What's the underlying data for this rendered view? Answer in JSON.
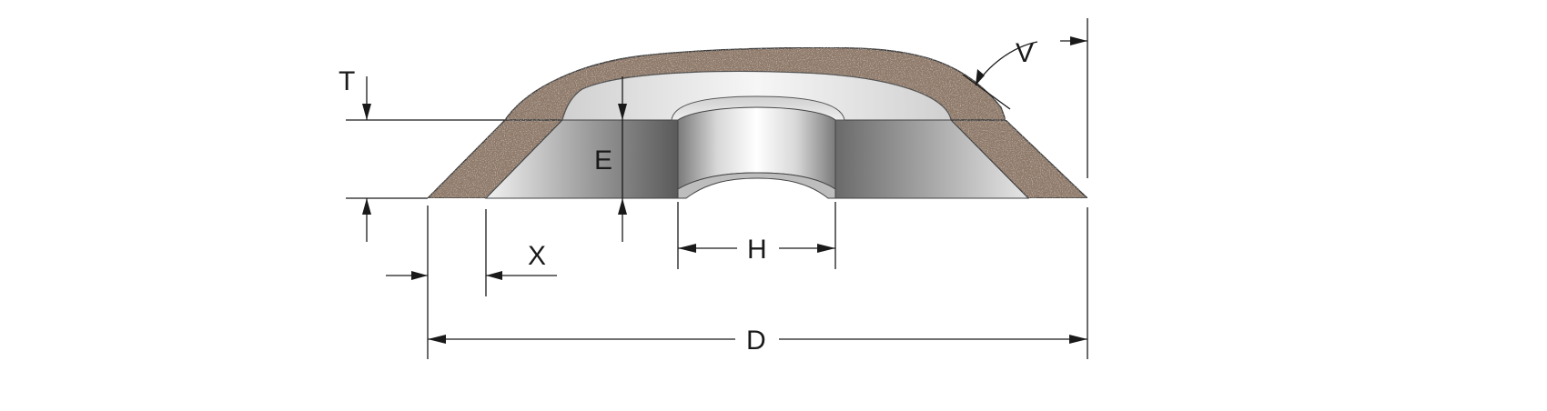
{
  "diagram": {
    "labels": {
      "T": "T",
      "E": "E",
      "V": "V",
      "X": "X",
      "H": "H",
      "D": "D"
    },
    "colors": {
      "abrasive": "#8f7a6b",
      "abrasive_dark": "#6e5a4c",
      "metal_light": "#f4f4f4",
      "metal_dark": "#5a5a5a",
      "line": "#1a1a1a"
    }
  }
}
